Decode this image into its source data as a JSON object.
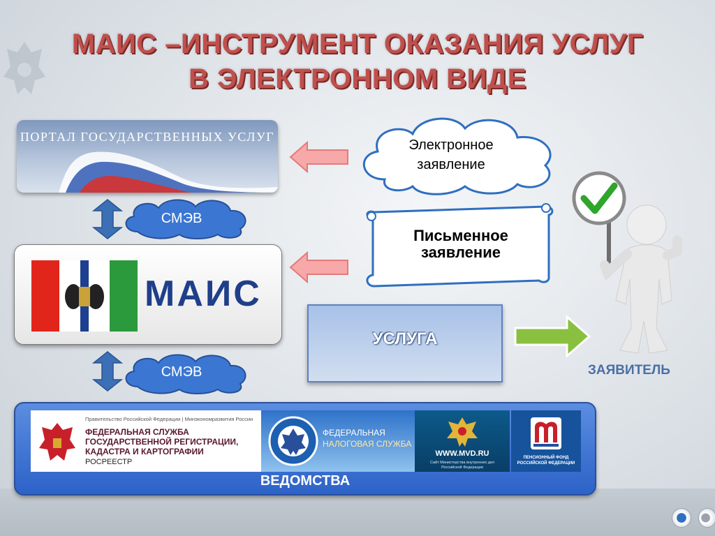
{
  "slide": {
    "title_line1": "МАИС –ИНСТРУМЕНТ ОКАЗАНИЯ УСЛУГ",
    "title_line2": "В ЭЛЕКТРОННОМ ВИДЕ"
  },
  "portal": {
    "title": "ПОРТАЛ ГОСУДАРСТВЕННЫХ УСЛУГ"
  },
  "cloud_top": {
    "line1": "Электронное",
    "line2": "заявление"
  },
  "scroll": {
    "line1": "Письменное",
    "line2": "заявление"
  },
  "smev_top": {
    "label": "СМЭВ"
  },
  "smev_bottom": {
    "label": "СМЭВ"
  },
  "mais": {
    "label": "МАИС"
  },
  "service": {
    "label": "УСЛУГА"
  },
  "applicant": {
    "label": "ЗАЯВИТЕЛЬ"
  },
  "agencies": {
    "label": "ВЕДОМСТВА",
    "rosreestr": {
      "top": "Правительство Российской Федерации | Минэкономразвития России",
      "line1": "ФЕДЕРАЛЬНАЯ СЛУЖБА",
      "line2": "ГОСУДАРСТВЕННОЙ РЕГИСТРАЦИИ,",
      "line3": "КАДАСТРА И КАРТОГРАФИИ",
      "line4": "РОСРЕЕСТР"
    },
    "fns": {
      "line1": "ФЕДЕРАЛЬНАЯ",
      "line2": "НАЛОГОВАЯ СЛУЖБА"
    },
    "mvd": {
      "url": "WWW.MVD.RU",
      "sub1": "Сайт Министерства внутренних дел",
      "sub2": "Российской Федерации"
    },
    "pfr": {
      "line1": "ПЕНСИОННЫЙ ФОНД",
      "line2": "РОССИЙСКОЙ ФЕДЕРАЦИИ"
    }
  },
  "colors": {
    "title": "#c0504d",
    "arrow_pink": "#f7a8a8",
    "arrow_green": "#8ac040",
    "arrow_blue": "#3b6fb6",
    "cloud_blue": "#2f6fc0"
  }
}
